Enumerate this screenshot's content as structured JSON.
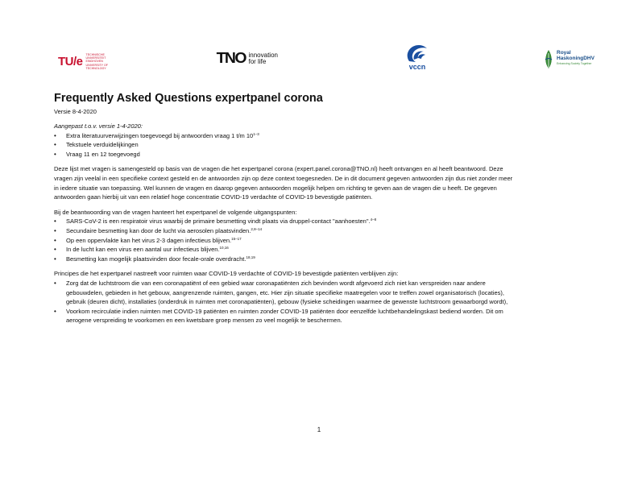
{
  "logos": {
    "tue_mark": "TU/e",
    "tue_sub": "Technische Universiteit Eindhoven University of Technology",
    "tno_mark": "TNO",
    "tno_line1": "innovation",
    "tno_line2": "for life",
    "vccn_text": "vccn",
    "rhdhv_line1": "Royal",
    "rhdhv_line2": "HaskoningDHV",
    "rhdhv_tag": "Enhancing Society Together",
    "colors": {
      "tue_red": "#c8102e",
      "vccn_blue": "#1a4fa0",
      "rhdhv_blue": "#1a4f8a",
      "rhdhv_green": "#3a8a3a"
    }
  },
  "title": "Frequently Asked Questions expertpanel corona",
  "version": "Versie 8-4-2020",
  "changes": {
    "heading": "Aangepast t.o.v. versie 1-4-2020:",
    "items": [
      {
        "text": "Extra literatuurverwijzingen toegevoegd bij antwoorden vraag 1 t/m 10",
        "sup": "1–3"
      },
      {
        "text": "Tekstuele verduidelijkingen",
        "sup": ""
      },
      {
        "text": "Vraag 11 en 12 toegevoegd",
        "sup": ""
      }
    ]
  },
  "intro": [
    "Deze lijst met vragen is samengesteld op basis van de vragen die het expertpanel corona (expert.panel.corona@TNO.nl) heeft ontvangen en al heeft beantwoord. Deze",
    "vragen zijn veelal in een specifieke context gesteld en de antwoorden zijn op deze context toegesneden. De in dit document gegeven antwoorden zijn dus niet zonder meer",
    "in iedere situatie van toepassing. Wel kunnen de vragen en daarop gegeven antwoorden mogelijk helpen om richting te geven aan de vragen die u heeft. De gegeven",
    "antwoorden gaan hierbij uit van een relatief hoge concentratie COVID-19 verdachte of COVID-19 bevestigde patiënten."
  ],
  "assumptions": {
    "heading": "Bij de beantwoording van de vragen hanteert het expertpanel de volgende uitgangspunten:",
    "items": [
      {
        "text": "SARS-CoV-2 is een respiratoir virus waarbij de primaire besmetting vindt plaats via druppel-contact \"aanhoesten\".",
        "sup": "4–8"
      },
      {
        "text": "Secundaire besmetting kan door de lucht via aerosolen plaatsvinden.",
        "sup": "2,8–14"
      },
      {
        "text": "Op een oppervlakte kan het virus 2-3 dagen infectieus blijven.",
        "sup": "15–17"
      },
      {
        "text": "In de lucht kan een virus een aantal uur infectieus blijven.",
        "sup": "10,16"
      },
      {
        "text": "Besmetting kan mogelijk plaatsvinden door fecale-orale overdracht.",
        "sup": "18,19"
      }
    ]
  },
  "principles": {
    "heading": "Principes die het expertpanel nastreeft voor ruimten waar COVID-19 verdachte of COVID-19 bevestigde patiënten verblijven zijn:",
    "items": [
      {
        "line1": "Zorg dat de luchtstroom die van een coronapatiënt of een gebied waar coronapatiënten zich bevinden wordt afgevoerd zich niet kan verspreiden naar andere",
        "line2": "gebouwdelen, gebieden in het gebouw, aangrenzende ruimten, gangen, etc. Hier zijn situatie specifieke maatregelen voor te treffen zowel organisatorisch (locaties),",
        "line3": "gebruik (deuren dicht), installaties (onderdruk in ruimten met coronapatiënten), gebouw (fysieke scheidingen waarmee de gewenste luchtstroom gewaarborgd wordt),"
      },
      {
        "line1": "Voorkom recirculatie indien ruimten met COVID-19 patiënten en ruimten zonder COVID-19 patiënten door eenzelfde luchtbehandelingskast bediend worden. Dit om",
        "line2": "aerogene verspreiding te voorkomen en een kwetsbare groep mensen zo veel mogelijk te beschermen.",
        "line3": ""
      }
    ]
  },
  "page_number": "1"
}
